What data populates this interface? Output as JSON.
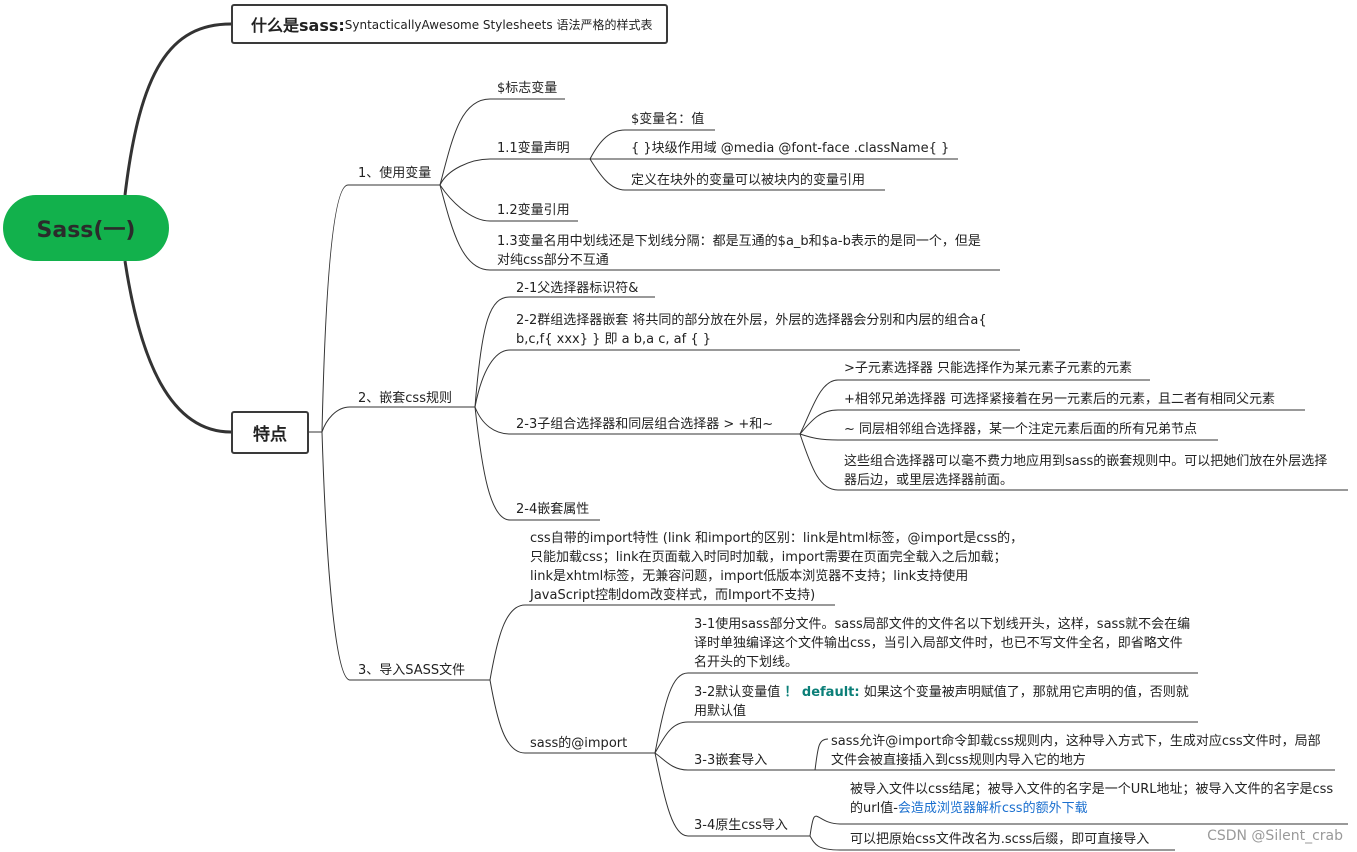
{
  "root": "Sass(一)",
  "topic1": {
    "main": "什么是sass:",
    "sub": "SyntacticallyAwesome Stylesheets 语法严格的样式表"
  },
  "topic2": "特点",
  "s1": {
    "label": "1、使用变量",
    "a": "$标志变量",
    "b": "1.1变量声明",
    "b1": "$变量名：值",
    "b2": "{ }块级作用域    @media @font-face .className{ }",
    "b3": "定义在块外的变量可以被块内的变量引用",
    "c": "1.2变量引用",
    "d": "1.3变量名用中划线还是下划线分隔：都是互通的$a_b和$a-b表示的是同一个，但是对纯css部分不互通"
  },
  "s2": {
    "label": "2、嵌套css规则",
    "a": "2-1父选择器标识符&",
    "b": "2-2群组选择器嵌套    将共同的部分放在外层，外层的选择器会分别和内层的组合a{ b,c,f{ xxx}  }  即 a b,a c, af {    }",
    "c": "2-3子组合选择器和同层组合选择器 >  +和~",
    "c1": ">子元素选择器 只能选择作为某元素子元素的元素",
    "c2": "+相邻兄弟选择器  可选择紧接着在另一元素后的元素，且二者有相同父元素",
    "c3": "~ 同层相邻组合选择器，某一个注定元素后面的所有兄弟节点",
    "c4": "这些组合选择器可以毫不费力地应用到sass的嵌套规则中。可以把她们放在外层选择器后边，或里层选择器前面。",
    "d": "2-4嵌套属性"
  },
  "s3": {
    "label": "3、导入SASS文件",
    "a": "css自带的import特性   (link 和import的区别：link是html标签，@import是css的，只能加载css；link在页面载入时同时加载，import需要在页面完全载入之后加载；link是xhtml标签，无兼容问题，import低版本浏览器不支持；link支持使用JavaScript控制dom改变样式，而Import不支持)",
    "b": "sass的@import",
    "b1": "3-1使用sass部分文件。sass局部文件的文件名以下划线开头，这样，sass就不会在编译时单独编译这个文件输出css，当引入局部文件时，也已不写文件全名，即省略文件名开头的下划线。",
    "b2_pre": "3-2默认变量值 ",
    "b2_hl": "！ default:",
    "b2_post": " 如果这个变量被声明赋值了，那就用它声明的值，否则就用默认值",
    "b3": "3-3嵌套导入",
    "b3a": "sass允许@import命令卸载css规则内，这种导入方式下，生成对应css文件时，局部文件会被直接插入到css规则内导入它的地方",
    "b4": "3-4原生css导入",
    "b4a_pre": "被导入文件以css结尾；被导入文件的名字是一个URL地址；被导入文件的名字是css的url值-",
    "b4a_link": "会造成浏览器解析css的额外下载",
    "b4b": "可以把原始css文件改名为.scss后缀，即可直接导入"
  },
  "watermark": "CSDN @Silent_crab"
}
